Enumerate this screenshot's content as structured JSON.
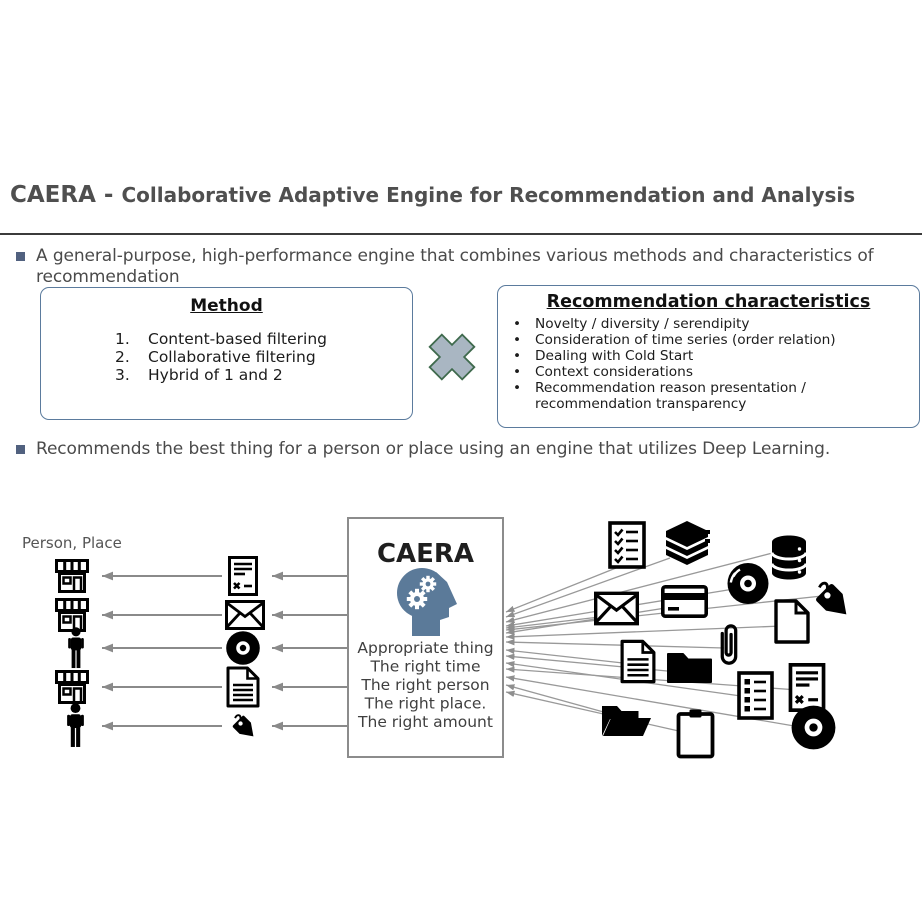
{
  "slide": {
    "title_prefix": "CAERA - ",
    "title_rest": "Collaborative Adaptive Engine for Recommendation and Analysis",
    "bullet1": "A general-purpose, high-performance engine that combines various methods and characteristics of recommendation",
    "bullet2": "Recommends the best thing for a person or place using an engine that utilizes Deep Learning."
  },
  "method_box": {
    "title": "Method",
    "numbers": [
      "1.",
      "2.",
      "3."
    ],
    "items": [
      "Content-based filtering",
      "Collaborative filtering",
      "Hybrid of 1 and 2"
    ]
  },
  "characteristics_box": {
    "title": "Recommendation characteristics",
    "items": [
      "Novelty / diversity / serendipity",
      "Consideration of time series (order relation)",
      "Dealing with Cold Start",
      "Context considerations",
      "Recommendation reason presentation / recommendation transparency"
    ]
  },
  "diagram": {
    "left_label": "Person, Place",
    "engine_box": {
      "title": "CAERA",
      "lines": [
        "Appropriate thing",
        "The right time",
        "The right person",
        "The right place.",
        "The right amount"
      ]
    },
    "left_icons": [
      "store",
      "store",
      "person",
      "store",
      "person"
    ],
    "output_icons": [
      "report",
      "mail",
      "cd",
      "document",
      "tag"
    ],
    "input_icons": [
      "checklist",
      "books",
      "database",
      "vinyl-record",
      "price-tag",
      "mail",
      "credit-card",
      "blank-document",
      "paperclip",
      "document",
      "folder",
      "list",
      "invoice",
      "cd",
      "open-folder",
      "clipboard"
    ],
    "colors": {
      "icon": "#000000",
      "arrow": "#8a8a8a",
      "engine_head": "#5b7a99",
      "box_border": "#5b7b9d",
      "multiply_fill": "#a9b6c2",
      "multiply_stroke": "#3f6a4d"
    }
  }
}
